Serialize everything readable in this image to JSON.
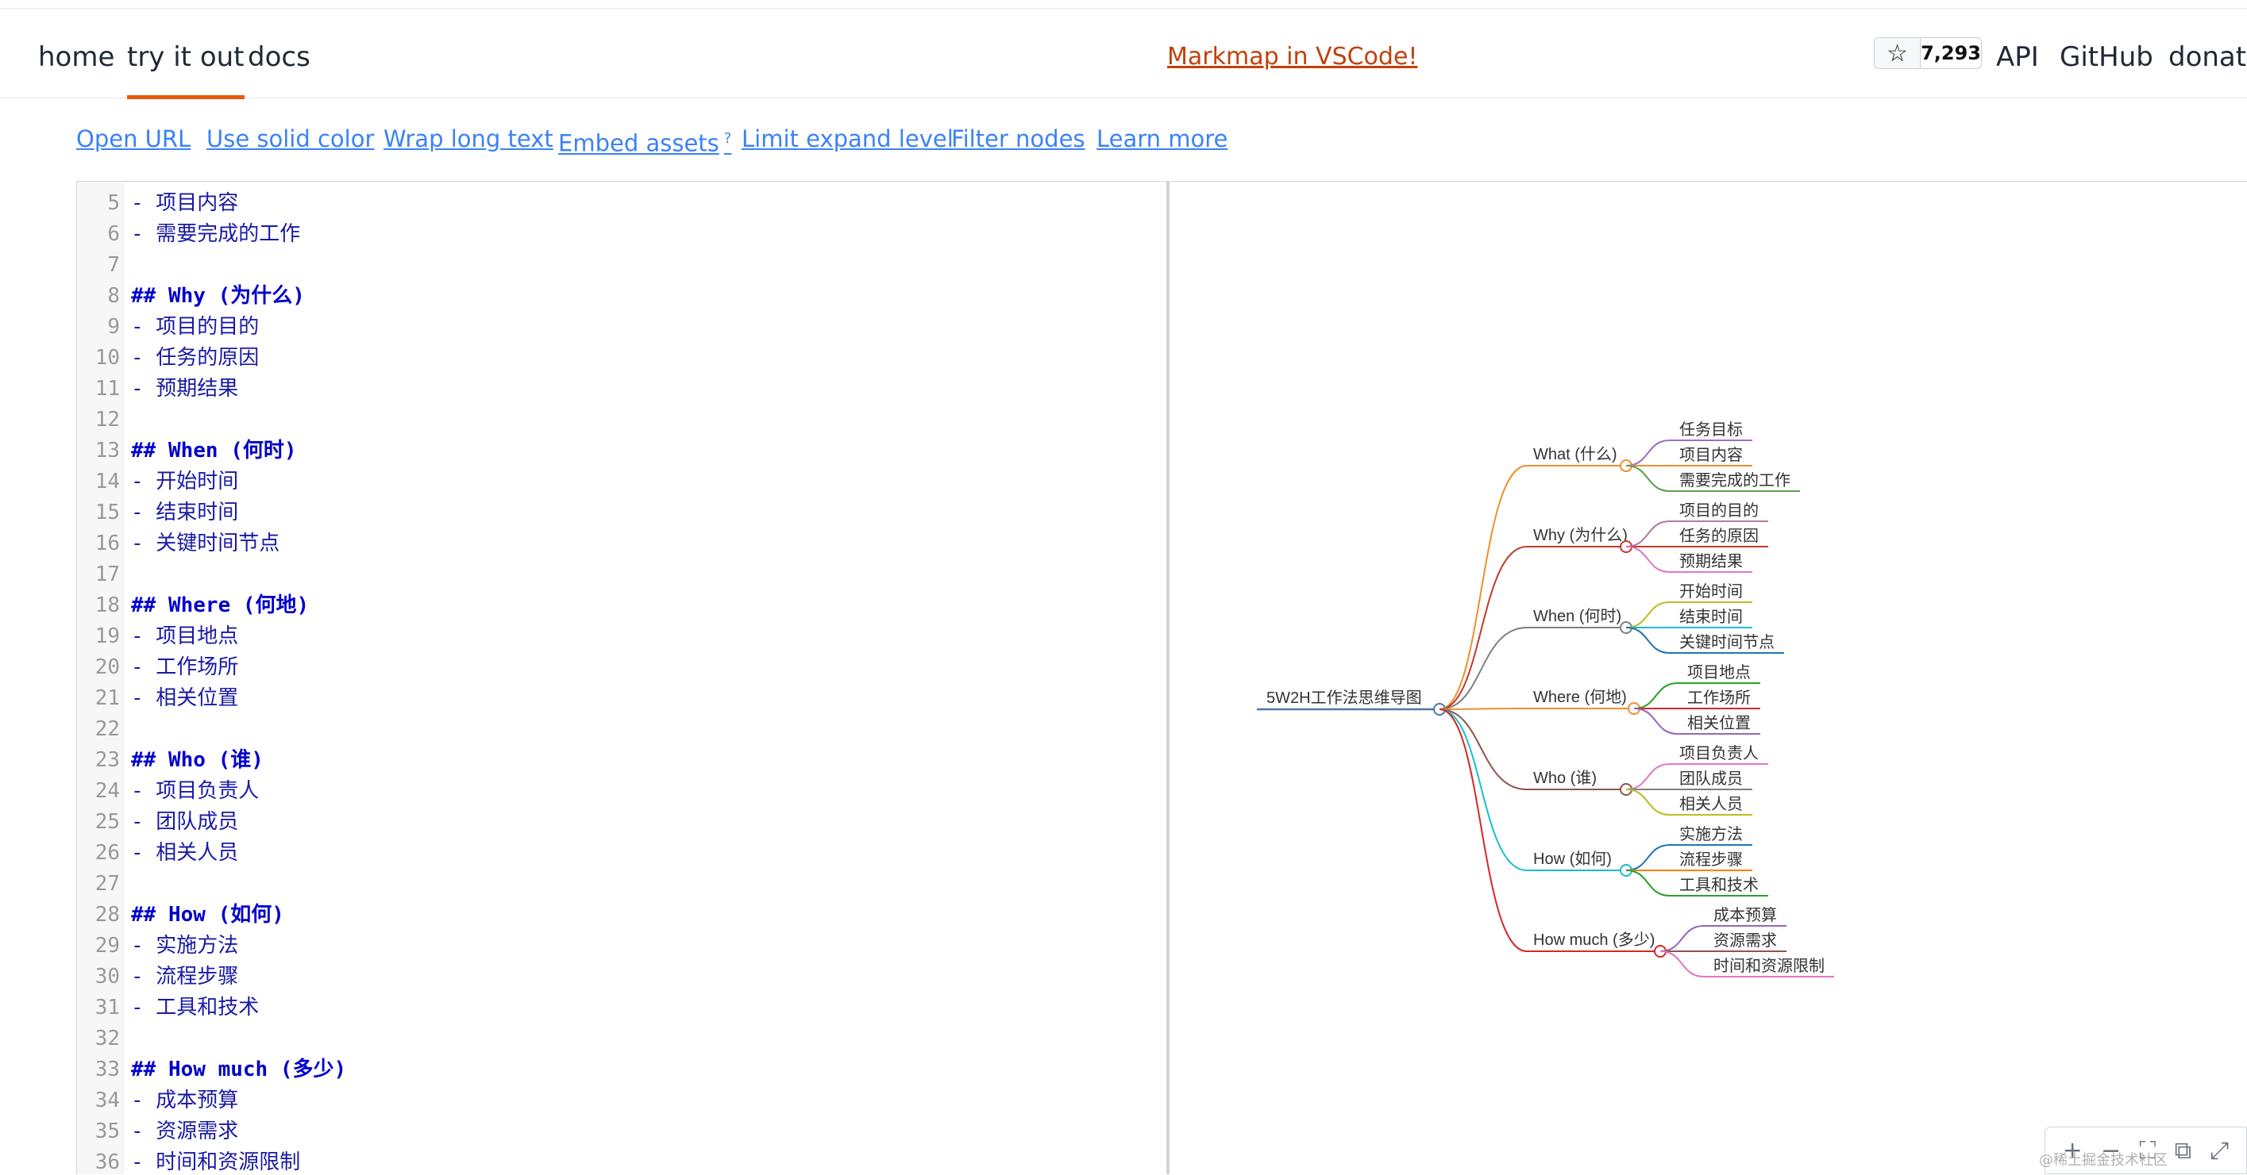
{
  "nav": {
    "home": "home",
    "try": "try it out",
    "docs": "docs",
    "api": "API",
    "github": "GitHub",
    "donate": "donate"
  },
  "promo": "Markmap in VSCode!",
  "star": {
    "count": "7,293"
  },
  "toolbar": [
    {
      "label": "Open URL",
      "sup": ""
    },
    {
      "label": "Use solid color",
      "sup": ""
    },
    {
      "label": "Wrap long text",
      "sup": ""
    },
    {
      "label": "Embed assets",
      "sup": "?"
    },
    {
      "label": "Limit expand level",
      "sup": ""
    },
    {
      "label": "Filter nodes",
      "sup": ""
    },
    {
      "label": "Learn more",
      "sup": ""
    }
  ],
  "editor_lines": [
    {
      "n": "5",
      "text": "- 项目内容",
      "heading": false
    },
    {
      "n": "6",
      "text": "- 需要完成的工作",
      "heading": false
    },
    {
      "n": "7",
      "text": "",
      "heading": false
    },
    {
      "n": "8",
      "text": "## Why (为什么)",
      "heading": true
    },
    {
      "n": "9",
      "text": "- 项目的目的",
      "heading": false
    },
    {
      "n": "10",
      "text": "- 任务的原因",
      "heading": false
    },
    {
      "n": "11",
      "text": "- 预期结果",
      "heading": false
    },
    {
      "n": "12",
      "text": "",
      "heading": false
    },
    {
      "n": "13",
      "text": "## When (何时)",
      "heading": true
    },
    {
      "n": "14",
      "text": "- 开始时间",
      "heading": false
    },
    {
      "n": "15",
      "text": "- 结束时间",
      "heading": false
    },
    {
      "n": "16",
      "text": "- 关键时间节点",
      "heading": false
    },
    {
      "n": "17",
      "text": "",
      "heading": false
    },
    {
      "n": "18",
      "text": "## Where (何地)",
      "heading": true
    },
    {
      "n": "19",
      "text": "- 项目地点",
      "heading": false
    },
    {
      "n": "20",
      "text": "- 工作场所",
      "heading": false
    },
    {
      "n": "21",
      "text": "- 相关位置",
      "heading": false
    },
    {
      "n": "22",
      "text": "",
      "heading": false
    },
    {
      "n": "23",
      "text": "## Who (谁)",
      "heading": true
    },
    {
      "n": "24",
      "text": "- 项目负责人",
      "heading": false
    },
    {
      "n": "25",
      "text": "- 团队成员",
      "heading": false
    },
    {
      "n": "26",
      "text": "- 相关人员",
      "heading": false
    },
    {
      "n": "27",
      "text": "",
      "heading": false
    },
    {
      "n": "28",
      "text": "## How (如何)",
      "heading": true
    },
    {
      "n": "29",
      "text": "- 实施方法",
      "heading": false
    },
    {
      "n": "30",
      "text": "- 流程步骤",
      "heading": false
    },
    {
      "n": "31",
      "text": "- 工具和技术",
      "heading": false
    },
    {
      "n": "32",
      "text": "",
      "heading": false
    },
    {
      "n": "33",
      "text": "## How much (多少)",
      "heading": true
    },
    {
      "n": "34",
      "text": "- 成本预算",
      "heading": false
    },
    {
      "n": "35",
      "text": "- 资源需求",
      "heading": false
    },
    {
      "n": "36",
      "text": "- 时间和资源限制",
      "heading": false
    }
  ],
  "mindmap": {
    "root": "5W2H工作法思维导图",
    "root_color": "#4e79a7",
    "branches": [
      {
        "label": "What (什么)",
        "color": "#f28e2c",
        "children": [
          {
            "label": "任务目标",
            "color": "#9c6fbf"
          },
          {
            "label": "项目内容",
            "color": "#f28e2c"
          },
          {
            "label": "需要完成的工作",
            "color": "#59a14f"
          }
        ]
      },
      {
        "label": "Why (为什么)",
        "color": "#c0392b",
        "children": [
          {
            "label": "项目的目的",
            "color": "#b07aa1"
          },
          {
            "label": "任务的原因",
            "color": "#c0392b"
          },
          {
            "label": "预期结果",
            "color": "#e377c2"
          }
        ]
      },
      {
        "label": "When (何时)",
        "color": "#7f7f7f",
        "children": [
          {
            "label": "开始时间",
            "color": "#bcbd22"
          },
          {
            "label": "结束时间",
            "color": "#17becf"
          },
          {
            "label": "关键时间节点",
            "color": "#1f77b4"
          }
        ]
      },
      {
        "label": "Where (何地)",
        "color": "#f28e2c",
        "children": [
          {
            "label": "项目地点",
            "color": "#2ca02c"
          },
          {
            "label": "工作场所",
            "color": "#d62728"
          },
          {
            "label": "相关位置",
            "color": "#9467bd"
          }
        ]
      },
      {
        "label": "Who (谁)",
        "color": "#8c564b",
        "children": [
          {
            "label": "项目负责人",
            "color": "#e377c2"
          },
          {
            "label": "团队成员",
            "color": "#7f7f7f"
          },
          {
            "label": "相关人员",
            "color": "#bcbd22"
          }
        ]
      },
      {
        "label": "How (如何)",
        "color": "#17becf",
        "children": [
          {
            "label": "实施方法",
            "color": "#1f77b4"
          },
          {
            "label": "流程步骤",
            "color": "#ff7f0e"
          },
          {
            "label": "工具和技术",
            "color": "#2ca02c"
          }
        ]
      },
      {
        "label": "How much (多少)",
        "color": "#d62728",
        "children": [
          {
            "label": "成本预算",
            "color": "#9467bd"
          },
          {
            "label": "资源需求",
            "color": "#8c564b"
          },
          {
            "label": "时间和资源限制",
            "color": "#e377c2"
          }
        ]
      }
    ]
  },
  "controls": [
    {
      "name": "zoom-in-icon",
      "glyph": "+"
    },
    {
      "name": "zoom-out-icon",
      "glyph": "−"
    },
    {
      "name": "fit-icon",
      "glyph": "⛶"
    },
    {
      "name": "recurse-icon",
      "glyph": "⧉"
    },
    {
      "name": "fullscreen-icon",
      "glyph": "⤢"
    }
  ],
  "watermark": "@稀土掘金技术社区"
}
